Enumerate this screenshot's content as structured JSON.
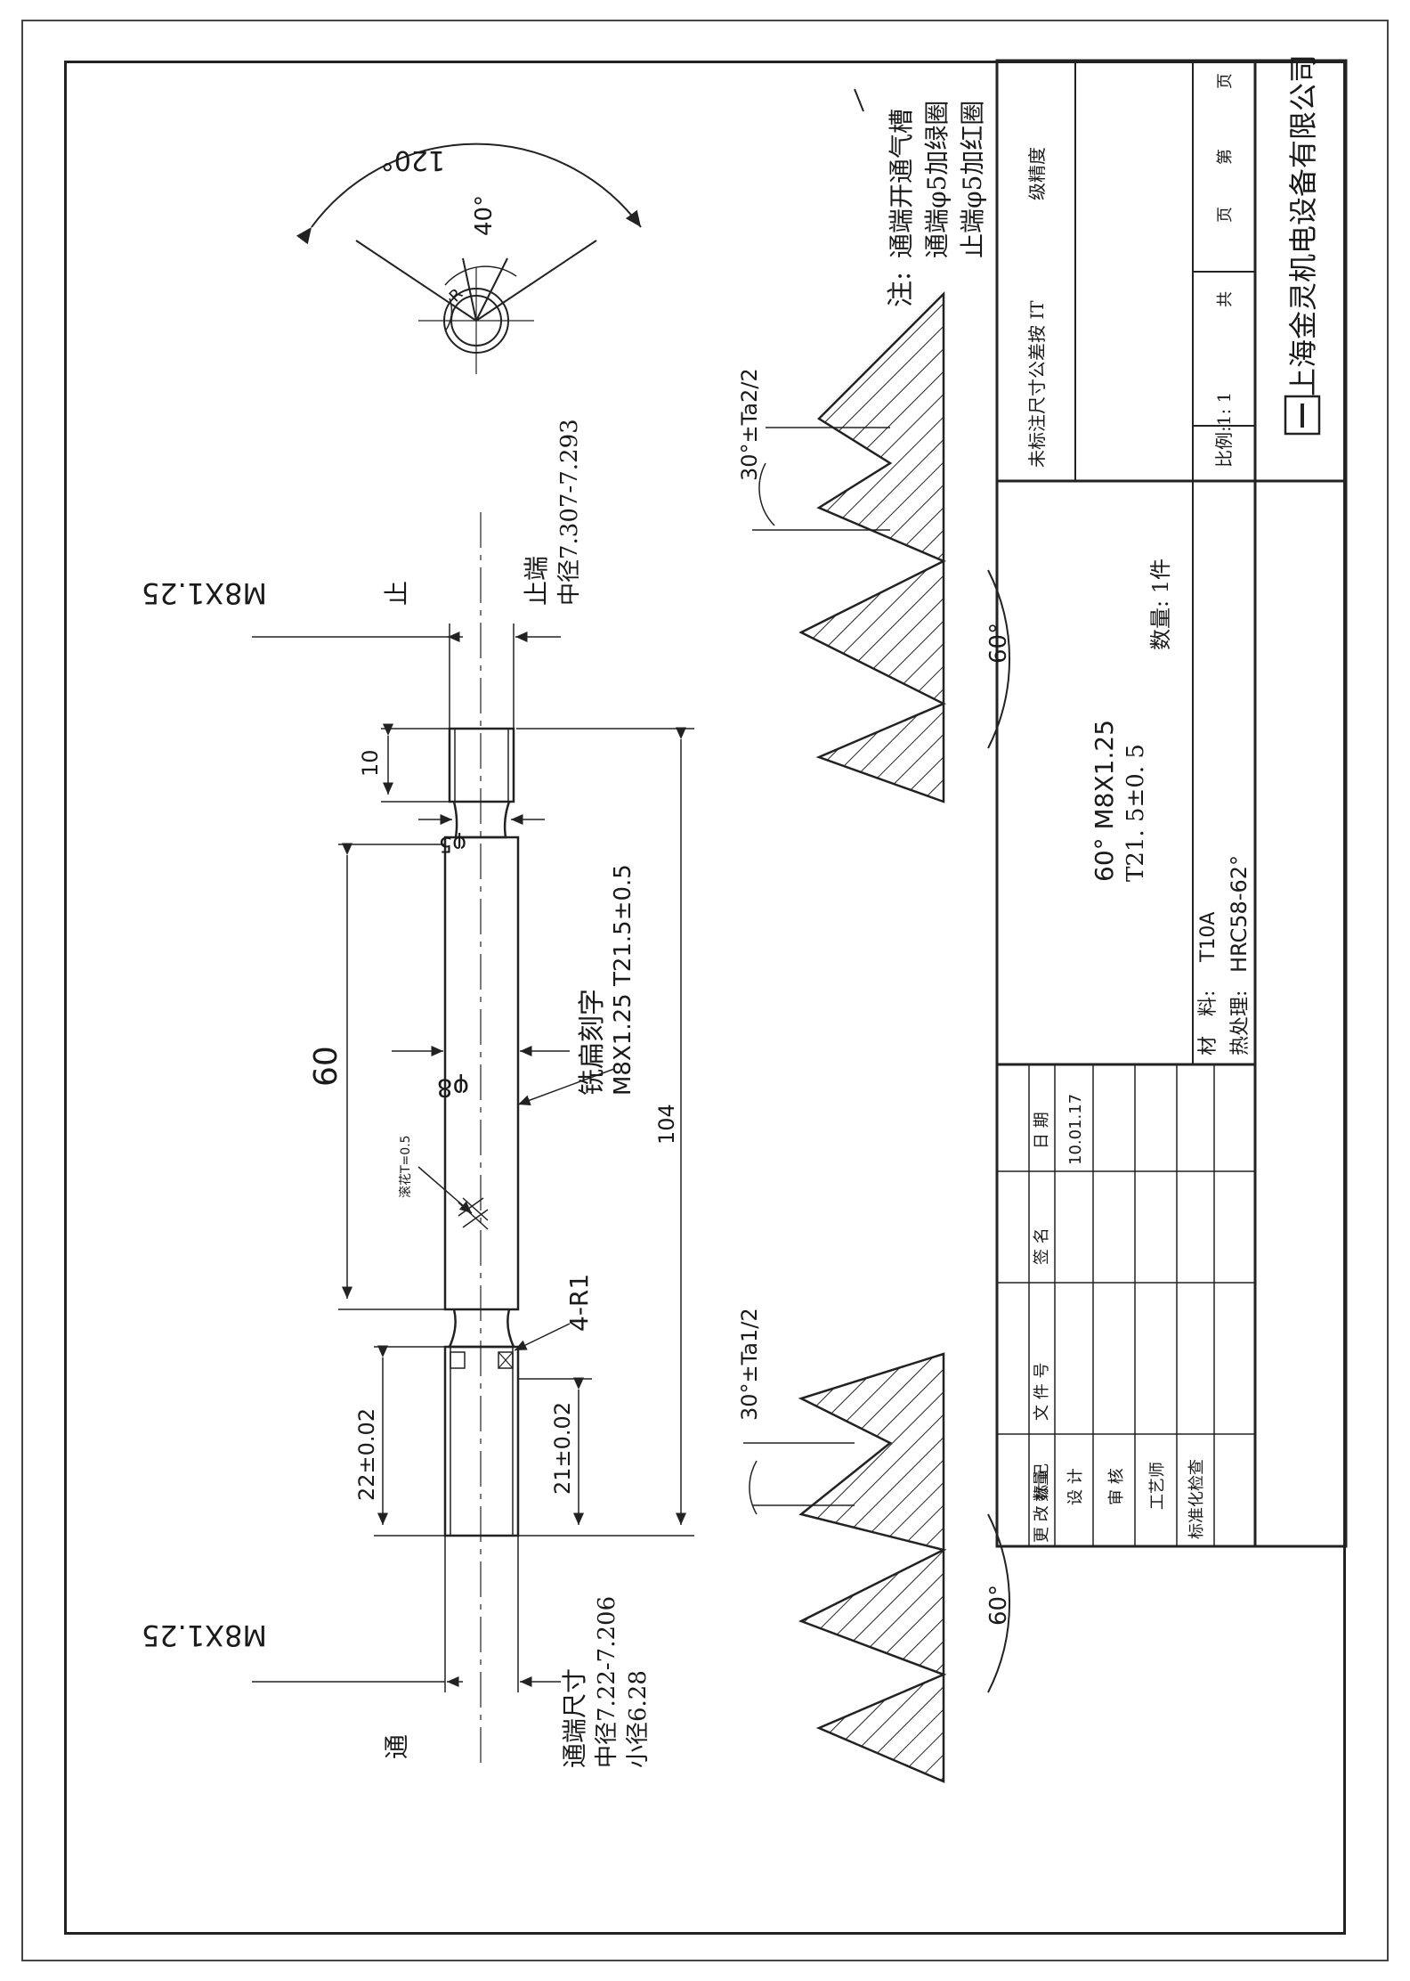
{
  "drawing": {
    "note_prefix": "注:",
    "notes": [
      "通端开通气槽",
      "通端φ5加绿圈",
      "止端φ5加红圈"
    ],
    "labels": {
      "go_marker": "通",
      "nogo_marker": "止",
      "thread_go": "M8X1.25",
      "thread_nogo": "M8X1.25",
      "go_size_title": "通端尺寸",
      "go_pitch_dia": "中径7.22-7.206",
      "go_minor_dia": "小径6.28",
      "nogo_title": "止端",
      "nogo_pitch_dia": "中径7.307-7.293",
      "dim_104": "104",
      "dim_60": "60",
      "dim_10": "10",
      "dim_22": "22±0.02",
      "dim_21": "21±0.02",
      "dim_phi5": "φ5",
      "dim_phi8": "φ8",
      "dim_4r1": "4-R1",
      "knurl": "滚花T=0.5",
      "flat_engrave": "铣扁刻字",
      "engrave_text": "M8X1.25 T21.5±0.5",
      "angle_120": "120°",
      "angle_40": "40°",
      "angle_r": "R",
      "angle_60_a": "60°",
      "angle_60_b": "60°",
      "half_angle_a": "30°±Ta1/2",
      "half_angle_b": "30°±Ta2/2"
    }
  },
  "title_block": {
    "tolerance_note": "未标注尺寸公差按 IT",
    "grade": "级精度",
    "title_line1": "60° M8X1.25",
    "title_line2": "T21. 5±0. 5",
    "quantity": "数量: 1件",
    "material_label": "材　料:",
    "material": "T10A",
    "heat_label": "热处理:",
    "heat": "HRC58-62°",
    "scale": "比例:1: 1",
    "total": "共",
    "pages": "页",
    "page_no": "第",
    "page_unit": "页",
    "company": "上海金灵机电设备有限公司",
    "headers": [
      "更 改 标 记",
      "数量",
      "文 件 号",
      "签 名",
      "日 期"
    ],
    "roles": [
      "设 计",
      "审 核",
      "工艺师",
      "标准化检查"
    ],
    "design_date": "10.01.17"
  }
}
